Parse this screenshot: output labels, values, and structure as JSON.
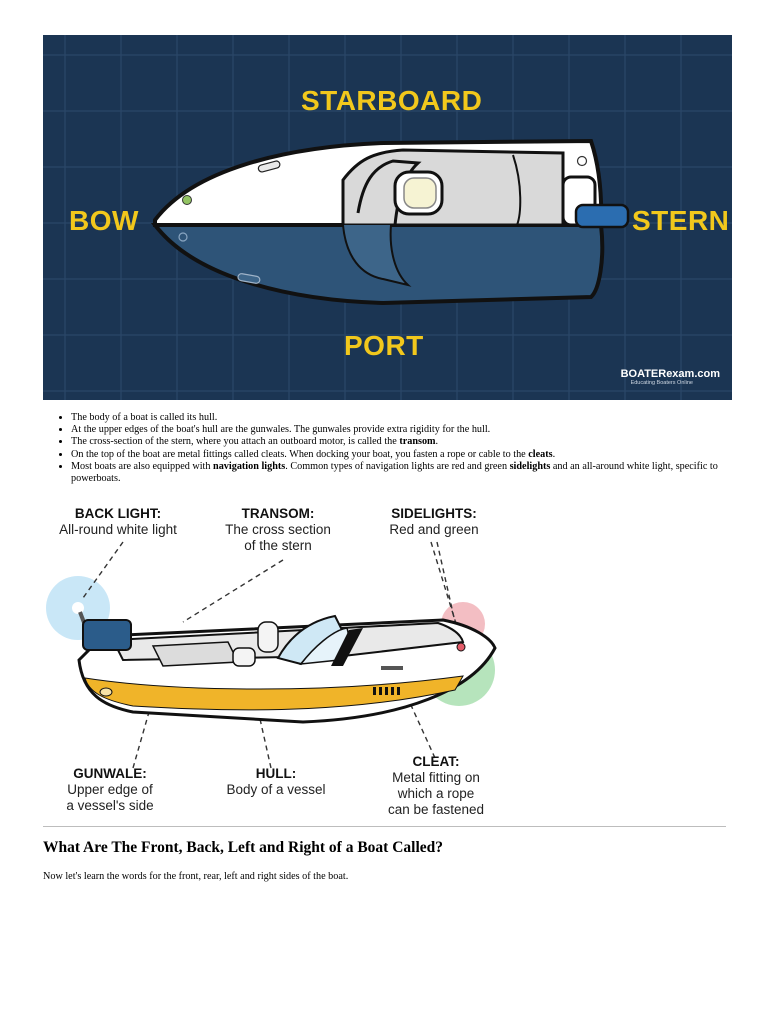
{
  "figure1": {
    "labels": {
      "starboard": "STARBOARD",
      "bow": "BOW",
      "stern": "STERN",
      "port": "PORT"
    },
    "brand": {
      "name": "BOATERexam.com",
      "tagline": "Educating Boaters Online"
    },
    "colors": {
      "background": "#1b3553",
      "label": "#f2c81c",
      "hull_upper": "#ffffff",
      "hull_lower": "#2e5478"
    }
  },
  "notes": [
    [
      "The body of a boat is called its hull."
    ],
    [
      "At the upper edges of the boat's hull are the gunwales. The gunwales provide extra rigidity for the hull."
    ],
    [
      "The cross-section of the stern, where you attach an outboard motor, is called the ",
      "transom",
      "."
    ],
    [
      "On the top of the boat are metal fittings called cleats. When docking your boat, you fasten a rope or cable to the ",
      "cleats",
      "."
    ],
    [
      "Most boats are also equipped with ",
      "navigation lights",
      ". Common types of navigation lights are red and green ",
      "sidelights",
      " and an all-around white light, specific to powerboats."
    ]
  ],
  "figure2": {
    "callouts": {
      "back_light": {
        "title": "BACK LIGHT:",
        "desc": "All-round white light"
      },
      "transom": {
        "title": "TRANSOM:",
        "desc": "The cross section\nof the stern"
      },
      "sidelights": {
        "title": "SIDELIGHTS:",
        "desc": "Red and green"
      },
      "gunwale": {
        "title": "GUNWALE:",
        "desc": "Upper edge of\na vessel's side"
      },
      "hull": {
        "title": "HULL:",
        "desc": "Body of a vessel"
      },
      "cleat": {
        "title": "CLEAT:",
        "desc": "Metal fitting on\nwhich a rope\ncan be fastened"
      }
    },
    "colors": {
      "stripe": "#f0b429",
      "motor": "#2b5c8a",
      "red_light": "#e45c6a",
      "green_light": "#5cc36a",
      "white_light": "#7fc6ee"
    }
  },
  "section": {
    "heading": "What Are The Front, Back, Left and Right of a Boat Called?",
    "body": "Now let's learn the words for the front, rear, left and right sides of the boat."
  }
}
